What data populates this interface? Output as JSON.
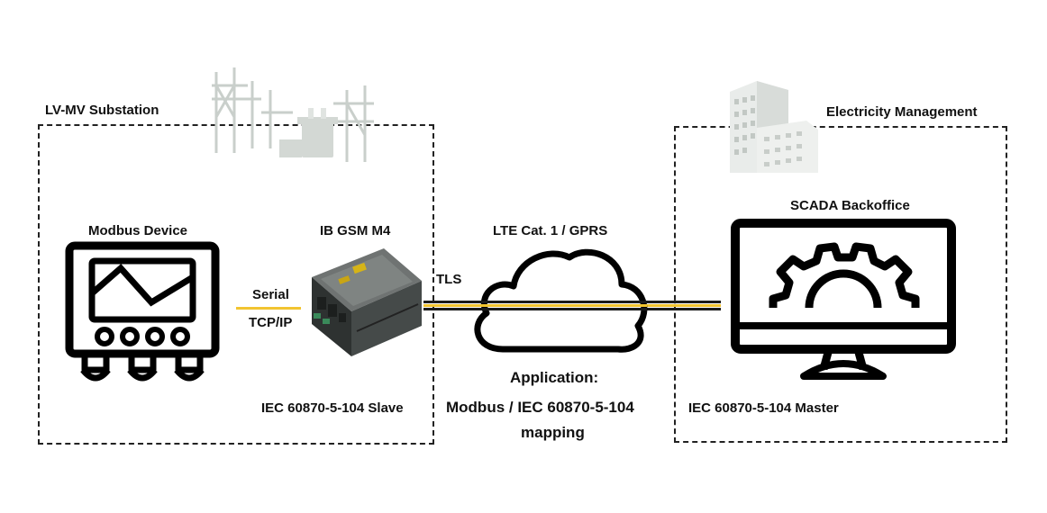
{
  "zones": {
    "left_title": "LV-MV Substation",
    "right_title": "Electricity Management"
  },
  "devices": {
    "modbus_device": "Modbus Device",
    "gateway": "IB GSM M4",
    "scada": "SCADA Backoffice"
  },
  "links": {
    "serial": "Serial",
    "tcpip": "TCP/IP",
    "tls": "TLS",
    "network": "LTE Cat. 1 / GPRS"
  },
  "roles": {
    "slave": "IEC 60870-5-104 Slave",
    "master": "IEC 60870-5-104 Master"
  },
  "application": {
    "title": "Application:",
    "line1": "Modbus / IEC 60870-5-104",
    "line2": "mapping"
  },
  "colors": {
    "link_yellow": "#f2c430",
    "line_dark": "#1a1a1a",
    "dash": "#222222"
  },
  "icons": [
    "substation-icon",
    "office-building-icon",
    "meter-device-icon",
    "gateway-device-image",
    "cloud-icon",
    "monitor-gear-icon"
  ]
}
